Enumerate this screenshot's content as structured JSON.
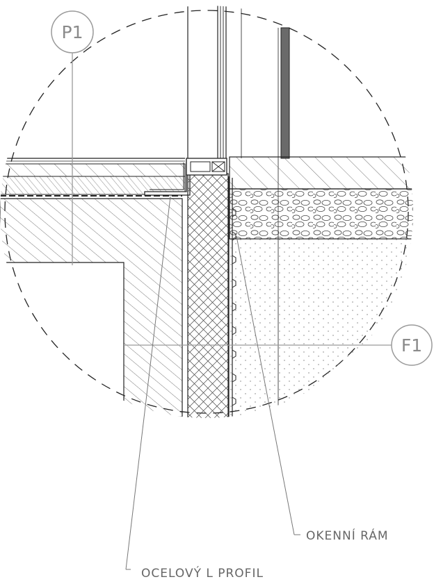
{
  "markers": {
    "p1": "P1",
    "f1": "F1"
  },
  "labels": {
    "window_frame": "OKENNÍ RÁM",
    "steel_profile": "OCELOVÝ L PROFIL"
  },
  "colors": {
    "line": "#222222",
    "leader": "#9a9a9a",
    "hatch": "#555555",
    "dark_fill": "#6a6a6a"
  }
}
